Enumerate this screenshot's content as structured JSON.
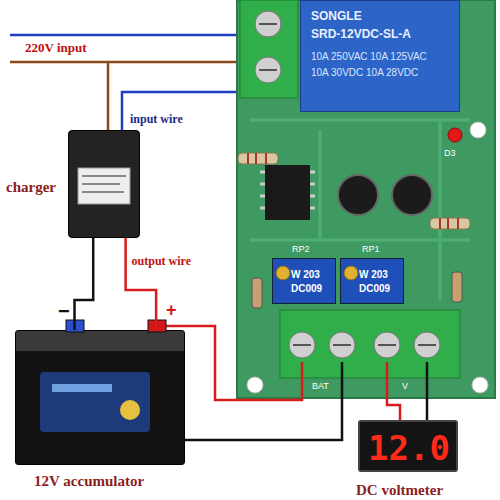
{
  "diagram": {
    "nodes": [
      {
        "text": [
          "SONGLE",
          "SRD-12VDC-SL-A",
          "10A 250VAC 10A 125VAC",
          "10A 30VDC 10A 28VDC"
        ]
      },
      {
        "text": [
          "charger"
        ]
      },
      {
        "text": [
          "W 203",
          "DC009"
        ]
      },
      {
        "text": [
          "W 203",
          "DC009"
        ]
      },
      {
        "text": [
          "12V accumulator"
        ]
      },
      {
        "text": [
          "12.0",
          "DC voltmeter"
        ]
      }
    ],
    "edges": [
      {
        "from": 1,
        "to": 4,
        "arrow": "none",
        "label": "output wire"
      },
      {
        "from": 1,
        "to": 4,
        "arrow": "none"
      }
    ],
    "labels": [
      "220V input",
      "input wire",
      "−",
      "+",
      "D3",
      "RP2",
      "RP1",
      "BAT",
      "V"
    ]
  }
}
